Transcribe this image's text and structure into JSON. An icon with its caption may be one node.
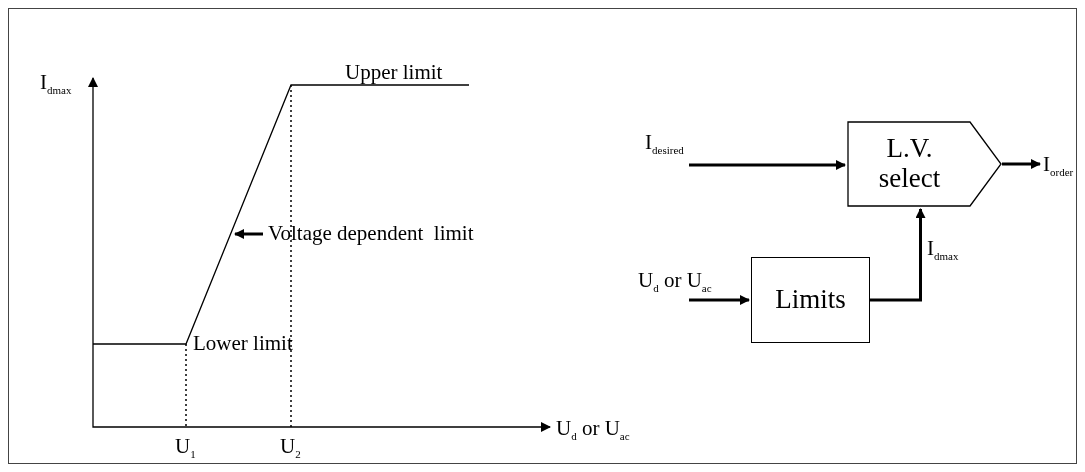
{
  "diagram": {
    "nodes": [
      {
        "text": [
          "L.V. select"
        ]
      },
      {
        "text": [
          "Limits"
        ]
      },
      {
        "text": [
          "Voltage dependent  limit"
        ]
      }
    ],
    "edges": [
      {
        "from": null,
        "to": 0,
        "arrow": "to",
        "label": "I$_{desired}$"
      },
      {
        "from": 0,
        "to": null,
        "arrow": "to",
        "label": "I$_{order}$"
      },
      {
        "from": null,
        "to": 1,
        "arrow": "to",
        "label": "U$_{d}$ or U$_{ac}$"
      },
      {
        "from": 1,
        "to": 0,
        "arrow": "to",
        "label": "I$_{dmax}$"
      },
      {
        "from": 2,
        "to": null,
        "arrow": "to"
      }
    ],
    "labels": [
      "I$_{dmax}$",
      "Upper limit",
      "Lower limit",
      "U$_{1}$",
      "U$_{2}$",
      "U$_{d}$ or U$_{ac}$"
    ]
  }
}
